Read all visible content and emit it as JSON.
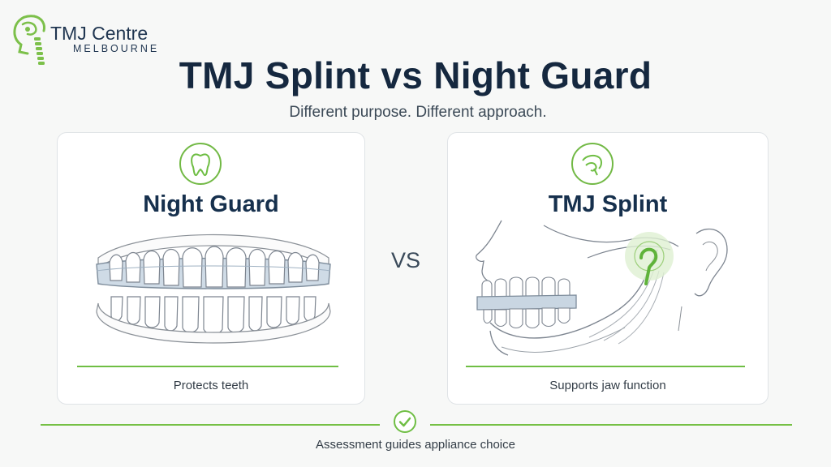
{
  "logo": {
    "name": "TMJ Centre",
    "location": "MELBOURNE"
  },
  "header": {
    "title": "TMJ Splint vs Night Guard",
    "subtitle": "Different purpose. Different approach."
  },
  "comparison": {
    "left": {
      "title": "Night Guard",
      "caption": "Protects teeth",
      "icon": "tooth-icon"
    },
    "separator": "VS",
    "right": {
      "title": "TMJ Splint",
      "caption": "Supports jaw function",
      "icon": "jaw-joint-icon"
    }
  },
  "footer": {
    "note": "Assessment guides appliance choice",
    "icon": "check-circle-icon"
  },
  "colors": {
    "accent_green": "#6fbe44",
    "navy": "#16304d",
    "splint_blue": "#c9d6e2"
  }
}
